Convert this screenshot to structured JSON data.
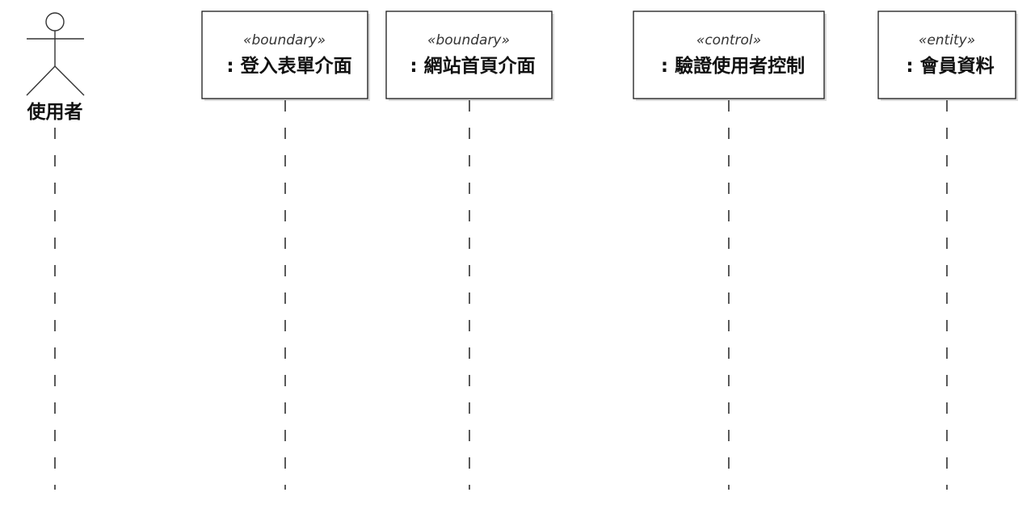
{
  "diagram": {
    "type": "uml-sequence",
    "actor": {
      "name": "使用者"
    },
    "participants": [
      {
        "stereotype": "«boundary»",
        "name": ": 登入表單介面"
      },
      {
        "stereotype": "«boundary»",
        "name": ": 網站首頁介面"
      },
      {
        "stereotype": "«control»",
        "name": ": 驗證使用者控制"
      },
      {
        "stereotype": "«entity»",
        "name": ": 會員資料"
      }
    ]
  }
}
